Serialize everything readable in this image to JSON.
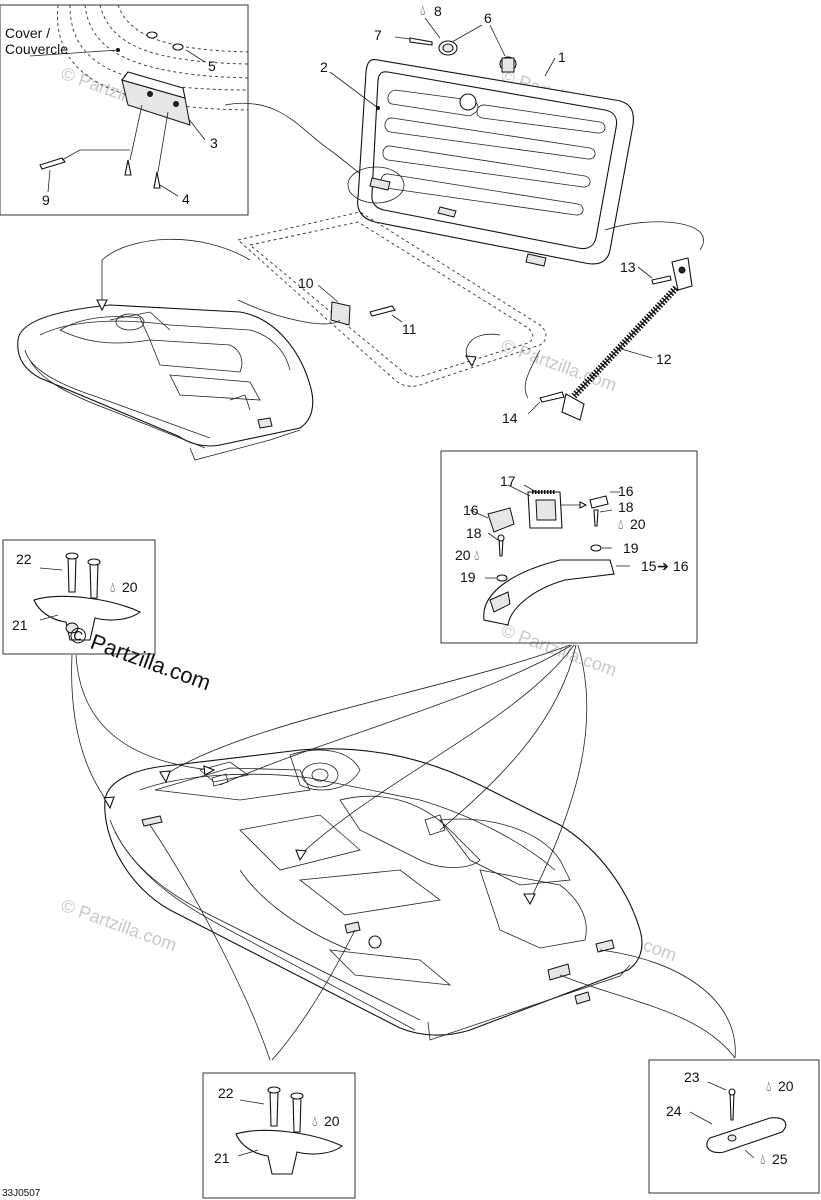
{
  "diagram": {
    "cover_label_en": "Cover /",
    "cover_label_fr": "Couvercle",
    "drawing_code": "33J0507",
    "watermark_main": "© Partzilla.com",
    "watermark_faint": "© Partzilla.com"
  },
  "callouts": {
    "c1": "1",
    "c2": "2",
    "c3": "3",
    "c4": "4",
    "c5": "5",
    "c6": "6",
    "c7": "7",
    "c8": "8",
    "c9": "9",
    "c10": "10",
    "c11": "11",
    "c12": "12",
    "c13": "13",
    "c14": "14",
    "c15": "15",
    "c15_to": "16",
    "c16a": "16",
    "c16b": "16",
    "c17": "17",
    "c18a": "18",
    "c18b": "18",
    "c19a": "19",
    "c19b": "19",
    "c20a": "20",
    "c20b": "20",
    "c20c": "20",
    "c20d": "20",
    "c20e": "20",
    "c21a": "21",
    "c21b": "21",
    "c22a": "22",
    "c22b": "22",
    "c23": "23",
    "c24": "24",
    "c25": "25"
  }
}
